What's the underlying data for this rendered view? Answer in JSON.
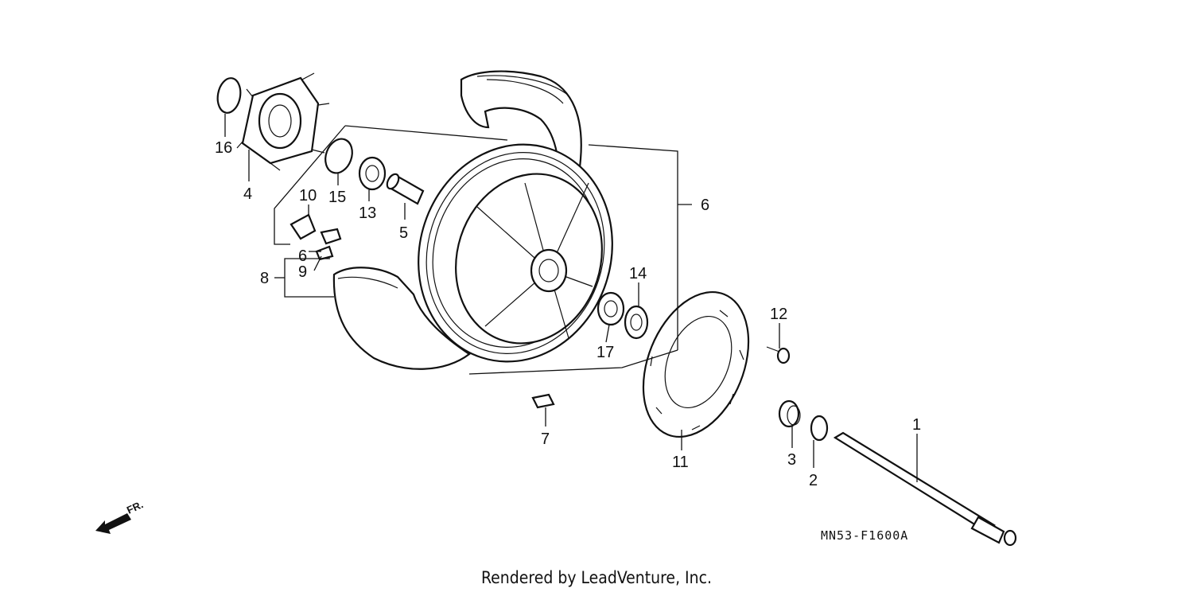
{
  "diagram": {
    "callouts": [
      {
        "id": "c1",
        "label": "1"
      },
      {
        "id": "c2",
        "label": "2"
      },
      {
        "id": "c3",
        "label": "3"
      },
      {
        "id": "c4",
        "label": "4"
      },
      {
        "id": "c5",
        "label": "5"
      },
      {
        "id": "c6a",
        "label": "6"
      },
      {
        "id": "c6b",
        "label": "6"
      },
      {
        "id": "c7",
        "label": "7"
      },
      {
        "id": "c8",
        "label": "8"
      },
      {
        "id": "c9",
        "label": "9"
      },
      {
        "id": "c10",
        "label": "10"
      },
      {
        "id": "c11",
        "label": "11"
      },
      {
        "id": "c12",
        "label": "12"
      },
      {
        "id": "c13",
        "label": "13"
      },
      {
        "id": "c14",
        "label": "14"
      },
      {
        "id": "c15",
        "label": "15"
      },
      {
        "id": "c16",
        "label": "16"
      },
      {
        "id": "c17",
        "label": "17"
      }
    ],
    "drawing_code": "MN53-F1600A",
    "direction_label": "FR."
  },
  "footer": {
    "credit": "Rendered by LeadVenture, Inc."
  }
}
